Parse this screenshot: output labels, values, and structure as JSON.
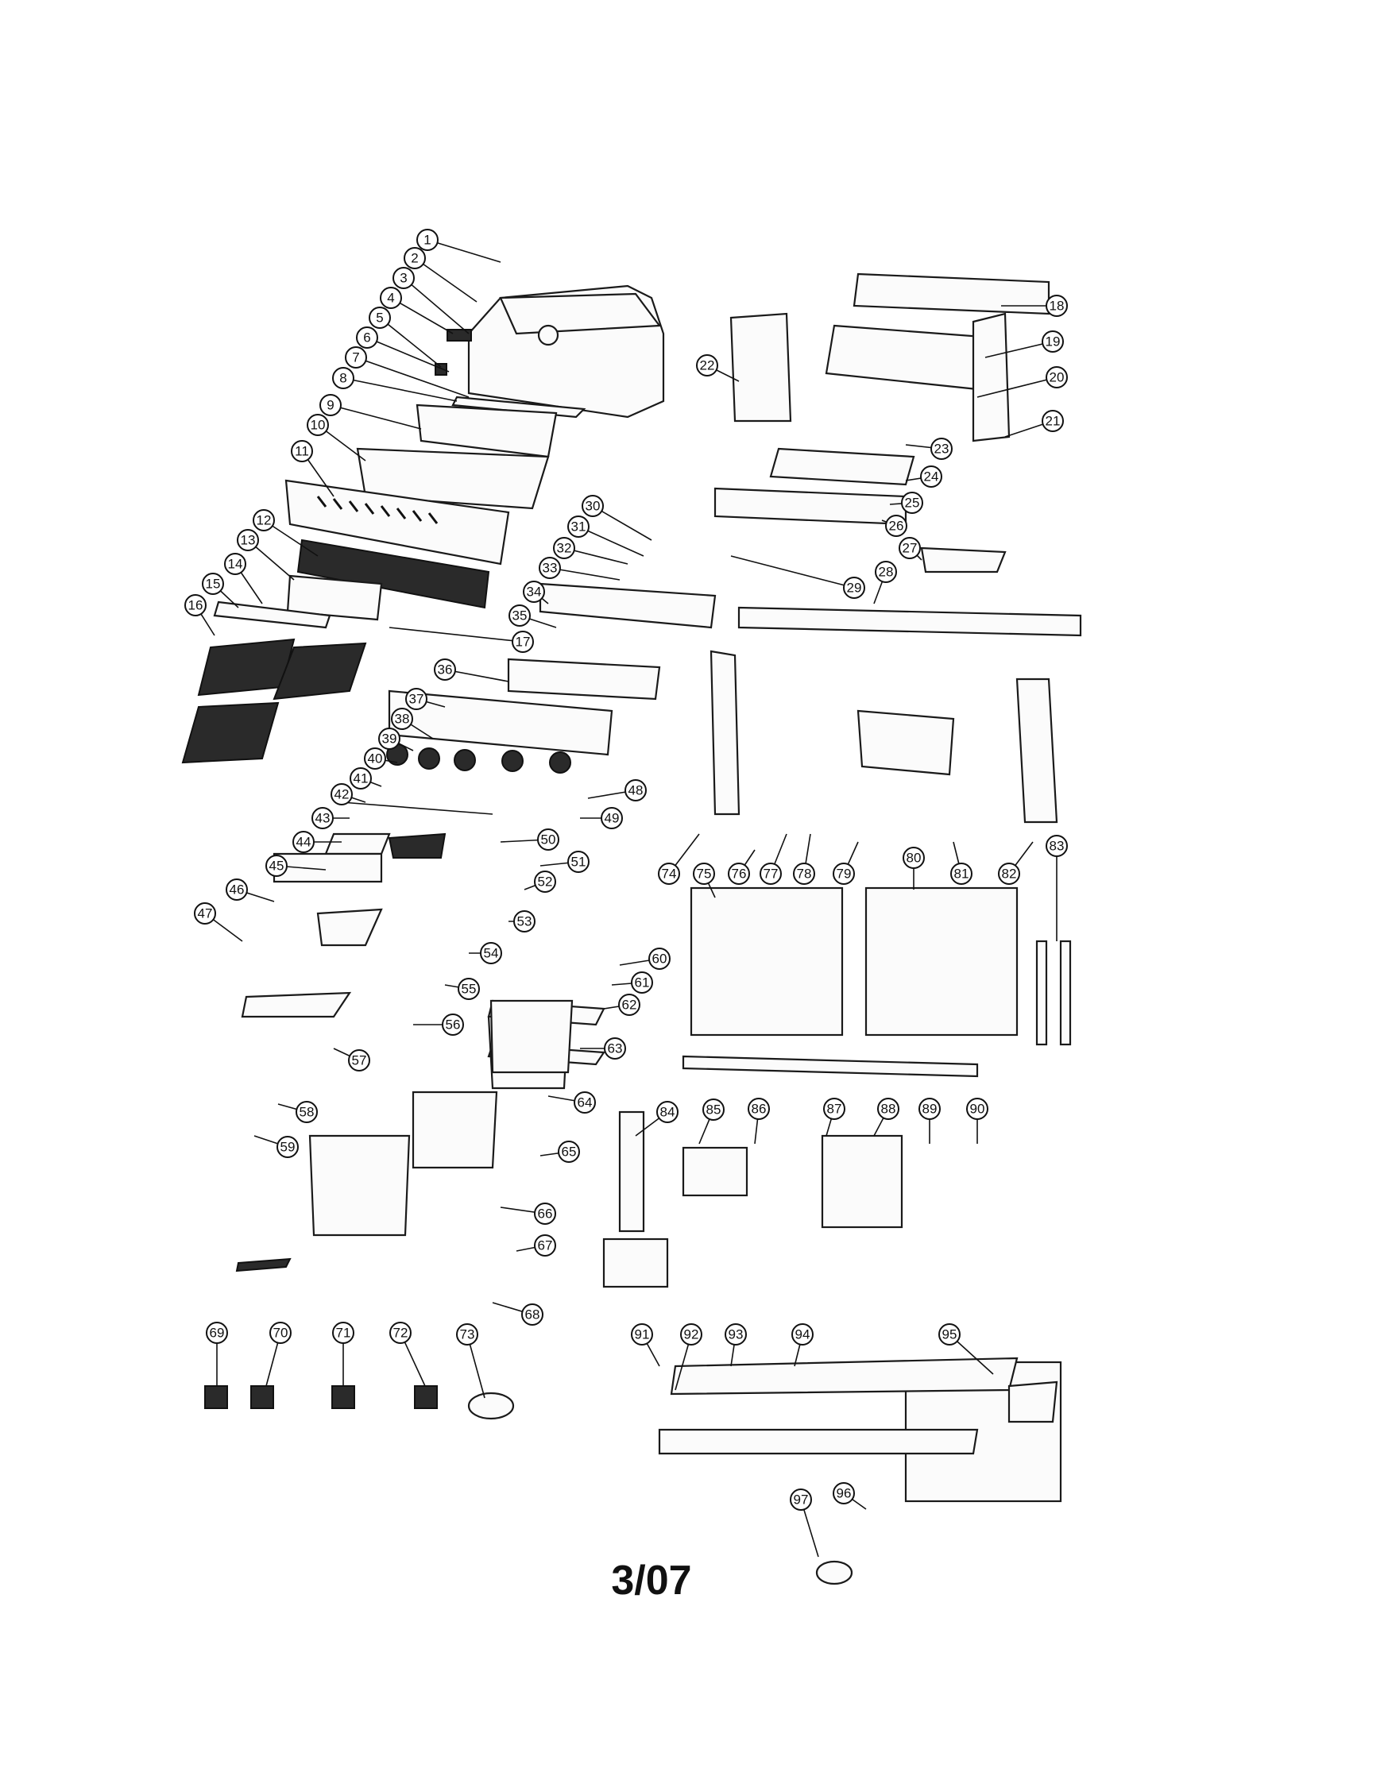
{
  "drawing": {
    "date_code": "3/07",
    "callouts": [
      "1",
      "2",
      "3",
      "4",
      "5",
      "6",
      "7",
      "8",
      "9",
      "10",
      "11",
      "12",
      "13",
      "14",
      "15",
      "16",
      "17",
      "18",
      "19",
      "20",
      "21",
      "22",
      "23",
      "24",
      "25",
      "26",
      "27",
      "28",
      "29",
      "30",
      "31",
      "32",
      "33",
      "34",
      "35",
      "36",
      "37",
      "38",
      "39",
      "40",
      "41",
      "42",
      "43",
      "44",
      "45",
      "46",
      "47",
      "48",
      "49",
      "50",
      "51",
      "52",
      "53",
      "54",
      "55",
      "56",
      "57",
      "58",
      "59",
      "60",
      "61",
      "62",
      "63",
      "64",
      "65",
      "66",
      "67",
      "68",
      "69",
      "70",
      "71",
      "72",
      "73",
      "74",
      "75",
      "76",
      "77",
      "78",
      "79",
      "80",
      "81",
      "82",
      "83",
      "84",
      "85",
      "86",
      "87",
      "88",
      "89",
      "90",
      "91",
      "92",
      "93",
      "94",
      "95",
      "96",
      "97"
    ]
  }
}
